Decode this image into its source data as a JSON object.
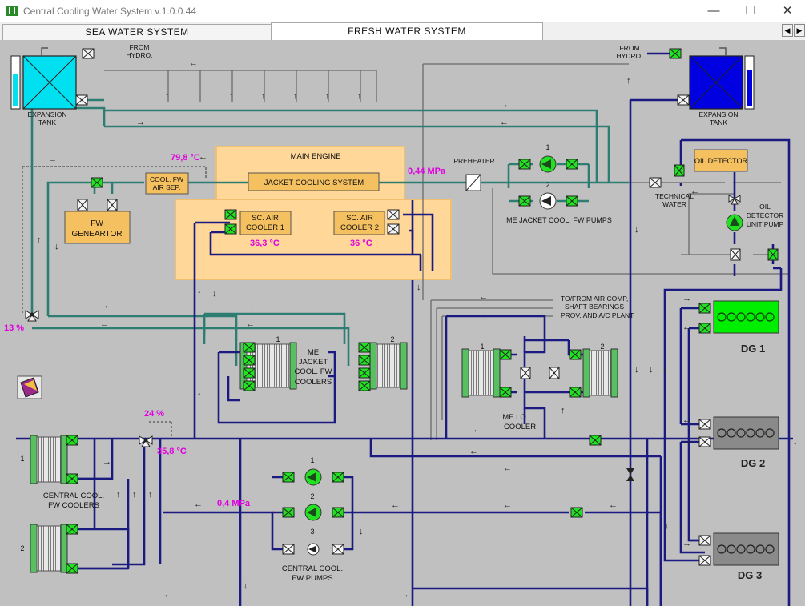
{
  "window": {
    "title": "Central Cooling Water System  v.1.0.0.44",
    "minimize_glyph": "—",
    "maximize_glyph": "☐",
    "close_glyph": "✕"
  },
  "tabs": [
    {
      "label": "SEA WATER SYSTEM",
      "active": false
    },
    {
      "label": "FRESH WATER SYSTEM",
      "active": true
    }
  ],
  "tab_scroll": {
    "left_glyph": "◀",
    "right_glyph": "▶"
  },
  "colors": {
    "background": "#c0c0c0",
    "pipe_dark": "#1a1a80",
    "pipe_teal": "#2e7d72",
    "pipe_gray": "#6a6a6a",
    "valve_open": "#22e022",
    "accent_magenta": "#e000e0",
    "engine_zone": "#ffd899",
    "component_box": "#f5c060",
    "expansion_tank_sea": "#00e0f0",
    "expansion_tank_fresh": "#0000e0",
    "dg_running": "#00ee00",
    "dg_stopped": "#8a8a8a"
  },
  "labels": {
    "from_hydro_left": [
      "FROM",
      "HYDRO."
    ],
    "from_hydro_right": [
      "FROM",
      "HYDRO."
    ],
    "expansion_tank_left": [
      "EXPANSION",
      "TANK"
    ],
    "expansion_tank_right": [
      "EXPANSION",
      "TANK"
    ],
    "main_engine": "MAIN ENGINE",
    "jacket_cooling_system": "JACKET COOLING SYSTEM",
    "cool_fw_air_sep": [
      "COOL. FW",
      "AIR SEP."
    ],
    "fw_generator": [
      "FW",
      "GENEARTOR"
    ],
    "sc_air_cooler_1": [
      "SC. AIR",
      "COOLER 1"
    ],
    "sc_air_cooler_2": [
      "SC. AIR",
      "COOLER 2"
    ],
    "preheater": "PREHEATER",
    "me_jacket_pumps": "ME JACKET COOL. FW PUMPS",
    "technical_water": [
      "TECHNICAL",
      "WATER"
    ],
    "oil_detector": "OIL DETECTOR",
    "oil_detector_pump": [
      "OIL",
      "DETECTOR",
      "UNIT PUMP"
    ],
    "to_from_air_comp": [
      "TO/FROM AIR COMP,",
      "SHAFT BEARINGS",
      "PROV. AND A/C PLANT"
    ],
    "me_jacket_coolers": [
      "ME",
      "JACKET",
      "COOL. FW",
      "COOLERS"
    ],
    "me_lo_cooler": [
      "ME LO",
      "COOLER"
    ],
    "central_cool_fw_coolers": [
      "CENTRAL COOL.",
      "FW COOLERS"
    ],
    "central_cool_fw_pumps": [
      "CENTRAL COOL.",
      "FW PUMPS"
    ],
    "dg1": "DG 1",
    "dg2": "DG 2",
    "dg3": "DG 3",
    "jacket_pump_numbers": [
      "1",
      "2"
    ],
    "central_pump_numbers": [
      "1",
      "2",
      "3"
    ],
    "me_jacket_cooler_numbers": [
      "1",
      "2"
    ],
    "me_lo_cooler_numbers": [
      "1",
      "2"
    ],
    "central_cooler_numbers": [
      "1",
      "2"
    ]
  },
  "readouts": {
    "jacket_outlet_temp": "79,8 °C",
    "jacket_pressure": "0,44 MPa",
    "sc_air_cooler_1_temp": "36,3 °C",
    "sc_air_cooler_2_temp": "36 °C",
    "three_way_valve_left_pct": "13 %",
    "three_way_valve_central_pct": "24 %",
    "central_temp": "35,8 °C",
    "central_pressure": "0,4 MPa"
  },
  "pump_states": {
    "me_jacket_pump_1": "running",
    "me_jacket_pump_2": "stopped",
    "central_pump_1": "running",
    "central_pump_2": "running",
    "central_pump_3": "stopped"
  },
  "dg_states": {
    "dg1": "running",
    "dg2": "stopped",
    "dg3": "stopped"
  }
}
